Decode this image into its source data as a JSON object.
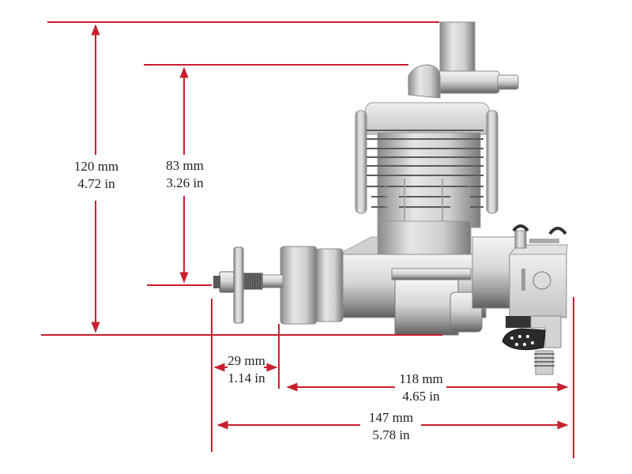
{
  "diagram": {
    "subject": "model engine dimensional drawing",
    "line_color": "#c8202e",
    "text_color": "#222222"
  },
  "dimensions": {
    "overall_height": {
      "mm": "120 mm",
      "in": "4.72 in"
    },
    "shaft_to_top": {
      "mm": "83 mm",
      "in": "3.26 in"
    },
    "prop_shaft_length": {
      "mm": "29 mm",
      "in": "1.14 in"
    },
    "mount_to_rear": {
      "mm": "118 mm",
      "in": "4.65 in"
    },
    "overall_length": {
      "mm": "147 mm",
      "in": "5.78 in"
    }
  }
}
